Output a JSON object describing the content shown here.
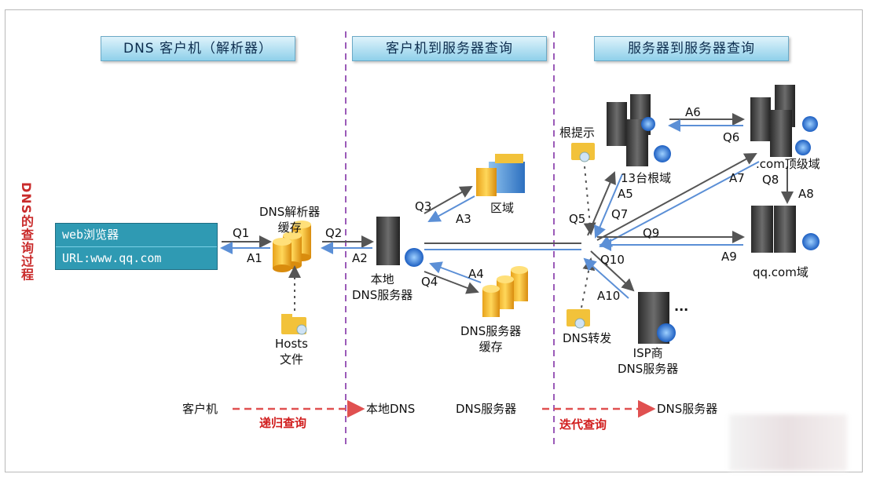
{
  "headers": {
    "client": "DNS 客户机（解析器）",
    "client_to_server": "客户机到服务器查询",
    "server_to_server": "服务器到服务器查询"
  },
  "side_title": "DNS的查询过程",
  "browser": {
    "title": "web浏览器",
    "url": "URL:www.qq.com"
  },
  "nodes": {
    "resolver_cache": "DNS解析器\n缓存",
    "hosts_file": "Hosts\n文件",
    "local_dns": "本地\nDNS服务器",
    "zone": "区域",
    "dns_cache": "DNS服务器\n缓存",
    "root_hints": "根提示",
    "root_servers": "13台根域",
    "com_tld": ".com顶级域",
    "qq_domain": "qq.com域",
    "dns_forward": "DNS转发",
    "isp_dns": "ISP商\nDNS服务器",
    "ellipsis": "···"
  },
  "arrows": {
    "q1": "Q1",
    "a1": "A1",
    "q2": "Q2",
    "a2": "A2",
    "q3": "Q3",
    "a3": "A3",
    "q4": "Q4",
    "a4": "A4",
    "q5": "Q5",
    "a5": "A5",
    "q6": "Q6",
    "a6": "A6",
    "q7": "Q7",
    "a7": "A7",
    "q8": "Q8",
    "a8": "A8",
    "q9": "Q9",
    "a9": "A9",
    "q10": "Q10",
    "a10": "A10"
  },
  "footer": {
    "client": "客户机",
    "recursive": "递归查询",
    "local_dns": "本地DNS",
    "dns_server_left": "DNS服务器",
    "iterative": "迭代查询",
    "dns_server_right": "DNS服务器"
  },
  "colors": {
    "arrow_dark": "#555555",
    "arrow_blue": "#5b8fd6",
    "divider": "#9b5bb8",
    "footer_arrow": "#e05050"
  }
}
